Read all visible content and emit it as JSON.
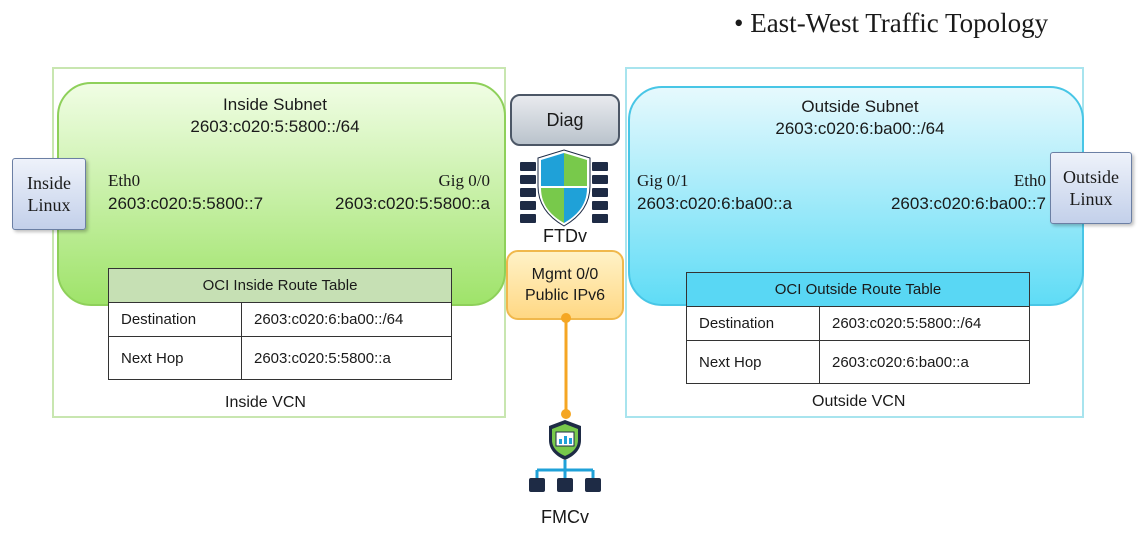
{
  "title": "• East-West Traffic Topology",
  "inside": {
    "subnet_title": "Inside Subnet",
    "subnet_cidr": "2603:c020:5:5800::/64",
    "host": "Inside\nLinux",
    "eth_label": "Eth0",
    "eth_ip": "2603:c020:5:5800::7",
    "gig_label": "Gig 0/0",
    "gig_ip": "2603:c020:5:5800::a",
    "route_table": {
      "title": "OCI Inside Route Table",
      "rows": [
        {
          "key": "Destination",
          "value": "2603:c020:6:ba00::/64"
        },
        {
          "key": "Next Hop",
          "value": "2603:c020:5:5800::a"
        }
      ]
    },
    "vcn_label": "Inside VCN"
  },
  "outside": {
    "subnet_title": "Outside Subnet",
    "subnet_cidr": "2603:c020:6:ba00::/64",
    "host": "Outside\nLinux",
    "eth_label": "Eth0",
    "eth_ip": "2603:c020:6:ba00::7",
    "gig_label": "Gig 0/1",
    "gig_ip": "2603:c020:6:ba00::a",
    "route_table": {
      "title": "OCI Outside Route Table",
      "rows": [
        {
          "key": "Destination",
          "value": "2603:c020:5:5800::/64"
        },
        {
          "key": "Next Hop",
          "value": "2603:c020:6:ba00::a"
        }
      ]
    },
    "vcn_label": "Outside VCN"
  },
  "diag_label": "Diag",
  "ftdv_label": "FTDv",
  "mgmt": {
    "line1": "Mgmt 0/0",
    "line2": "Public IPv6"
  },
  "fmcv_label": "FMCv",
  "colors": {
    "inside_green": "#9fe36a",
    "outside_cyan": "#5fdcf6",
    "mgmt_orange": "#f5a623",
    "navy": "#1e2b45",
    "shield_green": "#78c94b",
    "shield_blue": "#1fa1d8"
  },
  "icons": {
    "firewall": "ftdv-shield-firewall-icon",
    "fmc": "fmcv-management-center-icon"
  }
}
